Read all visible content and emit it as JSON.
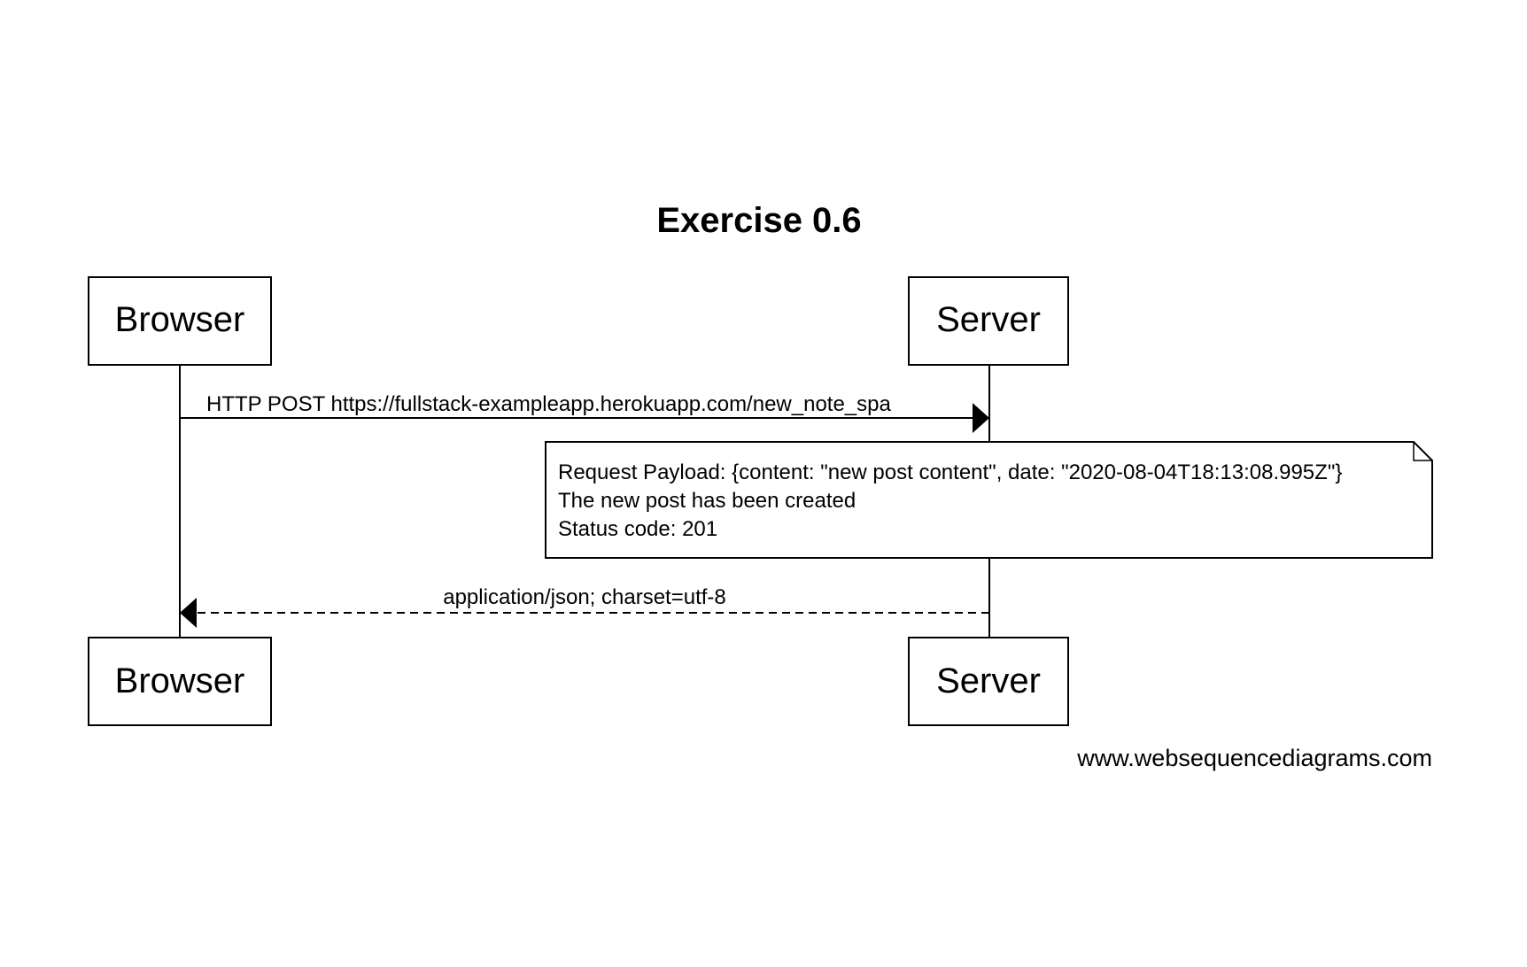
{
  "title": "Exercise 0.6",
  "participants": [
    {
      "id": "browser",
      "label": "Browser"
    },
    {
      "id": "server",
      "label": "Server"
    }
  ],
  "messages": [
    {
      "from": "browser",
      "to": "server",
      "label": "HTTP POST https://fullstack-exampleapp.herokuapp.com/new_note_spa",
      "style": "solid"
    },
    {
      "from": "server",
      "to": "browser",
      "label": "application/json; charset=utf-8",
      "style": "dashed"
    }
  ],
  "note": {
    "lines": [
      "Request Payload: {content: \"new post content\", date: \"2020-08-04T18:13:08.995Z\"}",
      "The new post has been created",
      "Status code: 201"
    ]
  },
  "watermark": "www.websequencediagrams.com",
  "colors": {
    "line": "#000000",
    "fill": "#ffffff",
    "background": "#ffffff"
  }
}
